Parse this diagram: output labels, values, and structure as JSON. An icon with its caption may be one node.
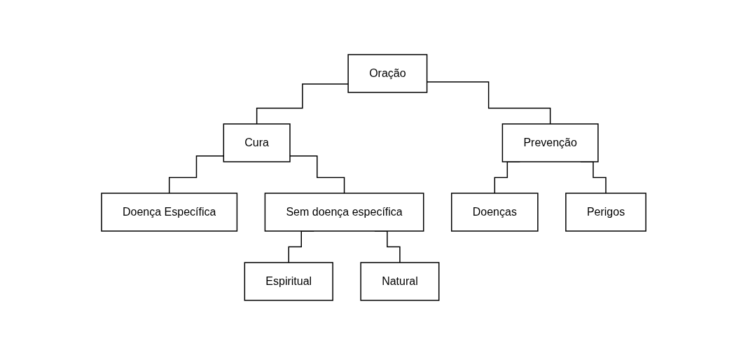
{
  "diagram": {
    "nodes": [
      {
        "text": [
          "Oração"
        ]
      },
      {
        "text": [
          "Cura"
        ]
      },
      {
        "text": [
          "Prevenção"
        ]
      },
      {
        "text": [
          "Doença Específica"
        ]
      },
      {
        "text": [
          "Sem doença específica"
        ]
      },
      {
        "text": [
          "Doenças"
        ]
      },
      {
        "text": [
          "Perigos"
        ]
      },
      {
        "text": [
          "Espiritual"
        ]
      },
      {
        "text": [
          "Natural"
        ]
      }
    ],
    "edges": [
      {
        "from": 0,
        "to": 1,
        "arrow": "none"
      },
      {
        "from": 0,
        "to": 2,
        "arrow": "none"
      },
      {
        "from": 1,
        "to": 3,
        "arrow": "none"
      },
      {
        "from": 1,
        "to": 4,
        "arrow": "none"
      },
      {
        "from": 2,
        "to": 5,
        "arrow": "none"
      },
      {
        "from": 2,
        "to": 6,
        "arrow": "none"
      },
      {
        "from": 4,
        "to": 7,
        "arrow": "none"
      },
      {
        "from": 4,
        "to": 8,
        "arrow": "none"
      }
    ]
  }
}
